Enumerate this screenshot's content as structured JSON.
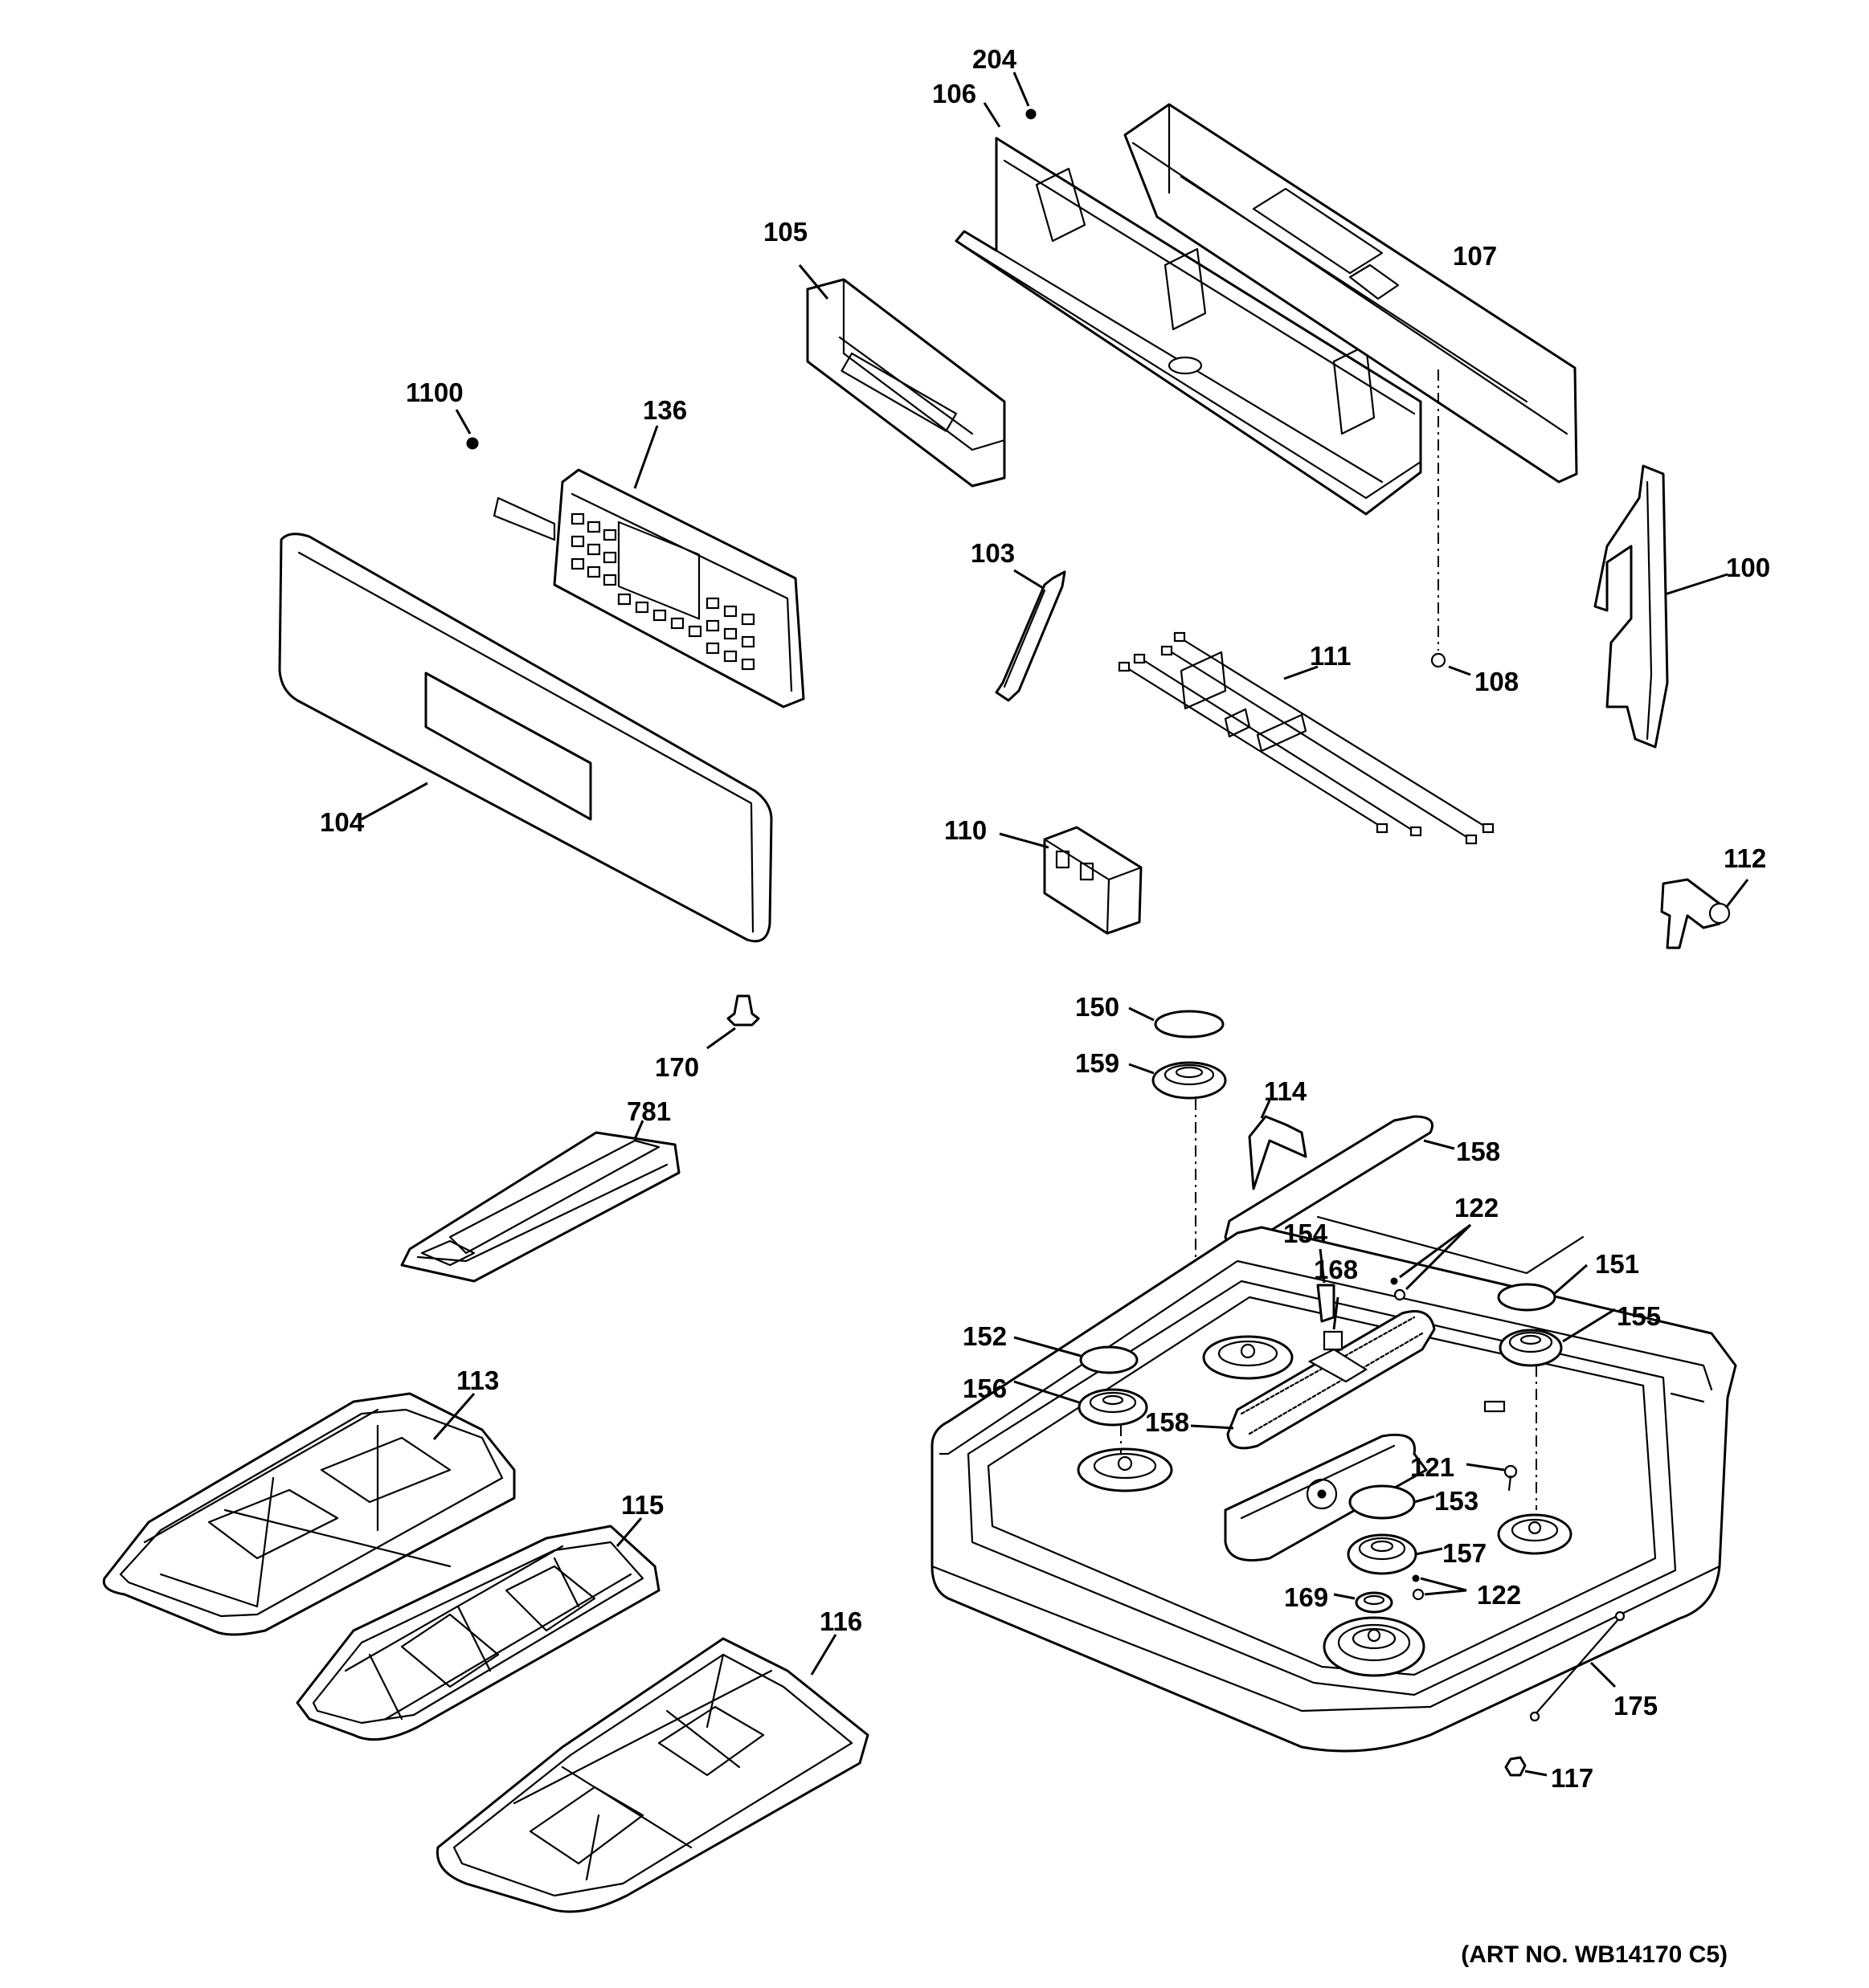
{
  "labels": {
    "p204": "204",
    "p106": "106",
    "p105": "105",
    "p107": "107",
    "p1100": "1100",
    "p136": "136",
    "p103": "103",
    "p100": "100",
    "p111": "111",
    "p108": "108",
    "p104": "104",
    "p110": "110",
    "p112": "112",
    "p170": "170",
    "p150": "150",
    "p159": "159",
    "p114": "114",
    "p781": "781",
    "p158a": "158",
    "p122a": "122",
    "p154": "154",
    "p168": "168",
    "p151": "151",
    "p152": "152",
    "p155": "155",
    "p156": "156",
    "p158b": "158",
    "p113": "113",
    "p121": "121",
    "p115": "115",
    "p153": "153",
    "p157": "157",
    "p122b": "122",
    "p169": "169",
    "p116": "116",
    "p175": "175",
    "p117": "117"
  },
  "art_number": "(ART NO. WB14170 C5)"
}
